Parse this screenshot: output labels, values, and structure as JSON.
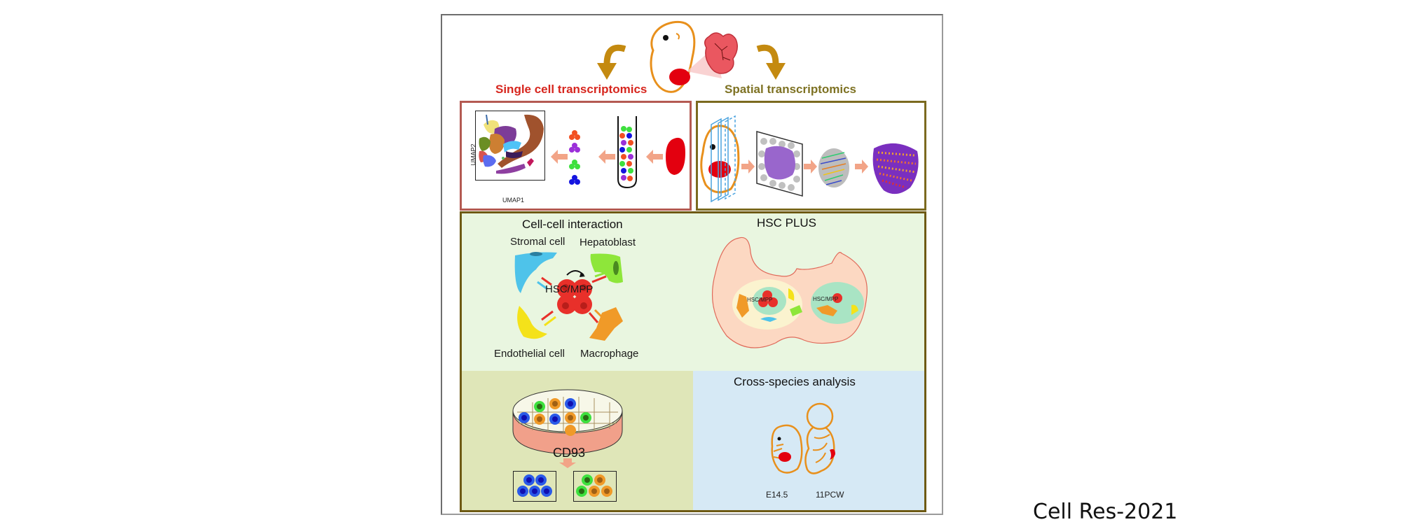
{
  "figure": {
    "sections": {
      "single_cell": {
        "title": "Single cell transcriptomics",
        "umap_x_label": "UMAP1",
        "umap_y_label": "UMAP2"
      },
      "spatial": {
        "title": "Spatial transcriptomics"
      },
      "cell_interaction": {
        "title": "Cell-cell interaction",
        "center_label": "HSC/MPP",
        "cells": [
          "Stromal cell",
          "Hepatoblast",
          "Endothelial cell",
          "Macrophage"
        ]
      },
      "hsc_plus": {
        "title": "HSC PLUS",
        "niche_labels": [
          "HSC/MPP",
          "HSC/MPP"
        ]
      },
      "cd93": {
        "label": "CD93"
      },
      "cross_species": {
        "title": "Cross-species analysis",
        "stages": [
          "E14.5",
          "11PCW"
        ]
      }
    },
    "colors": {
      "single_cell_accent": "#d7261e",
      "spatial_accent": "#7e7223",
      "embryo_outline": "#e8901c",
      "liver_red": "#e3000f",
      "arrow_gold": "#c48a10",
      "arrow_salmon": "#f2a487"
    }
  },
  "citation": "Cell Res-2021"
}
